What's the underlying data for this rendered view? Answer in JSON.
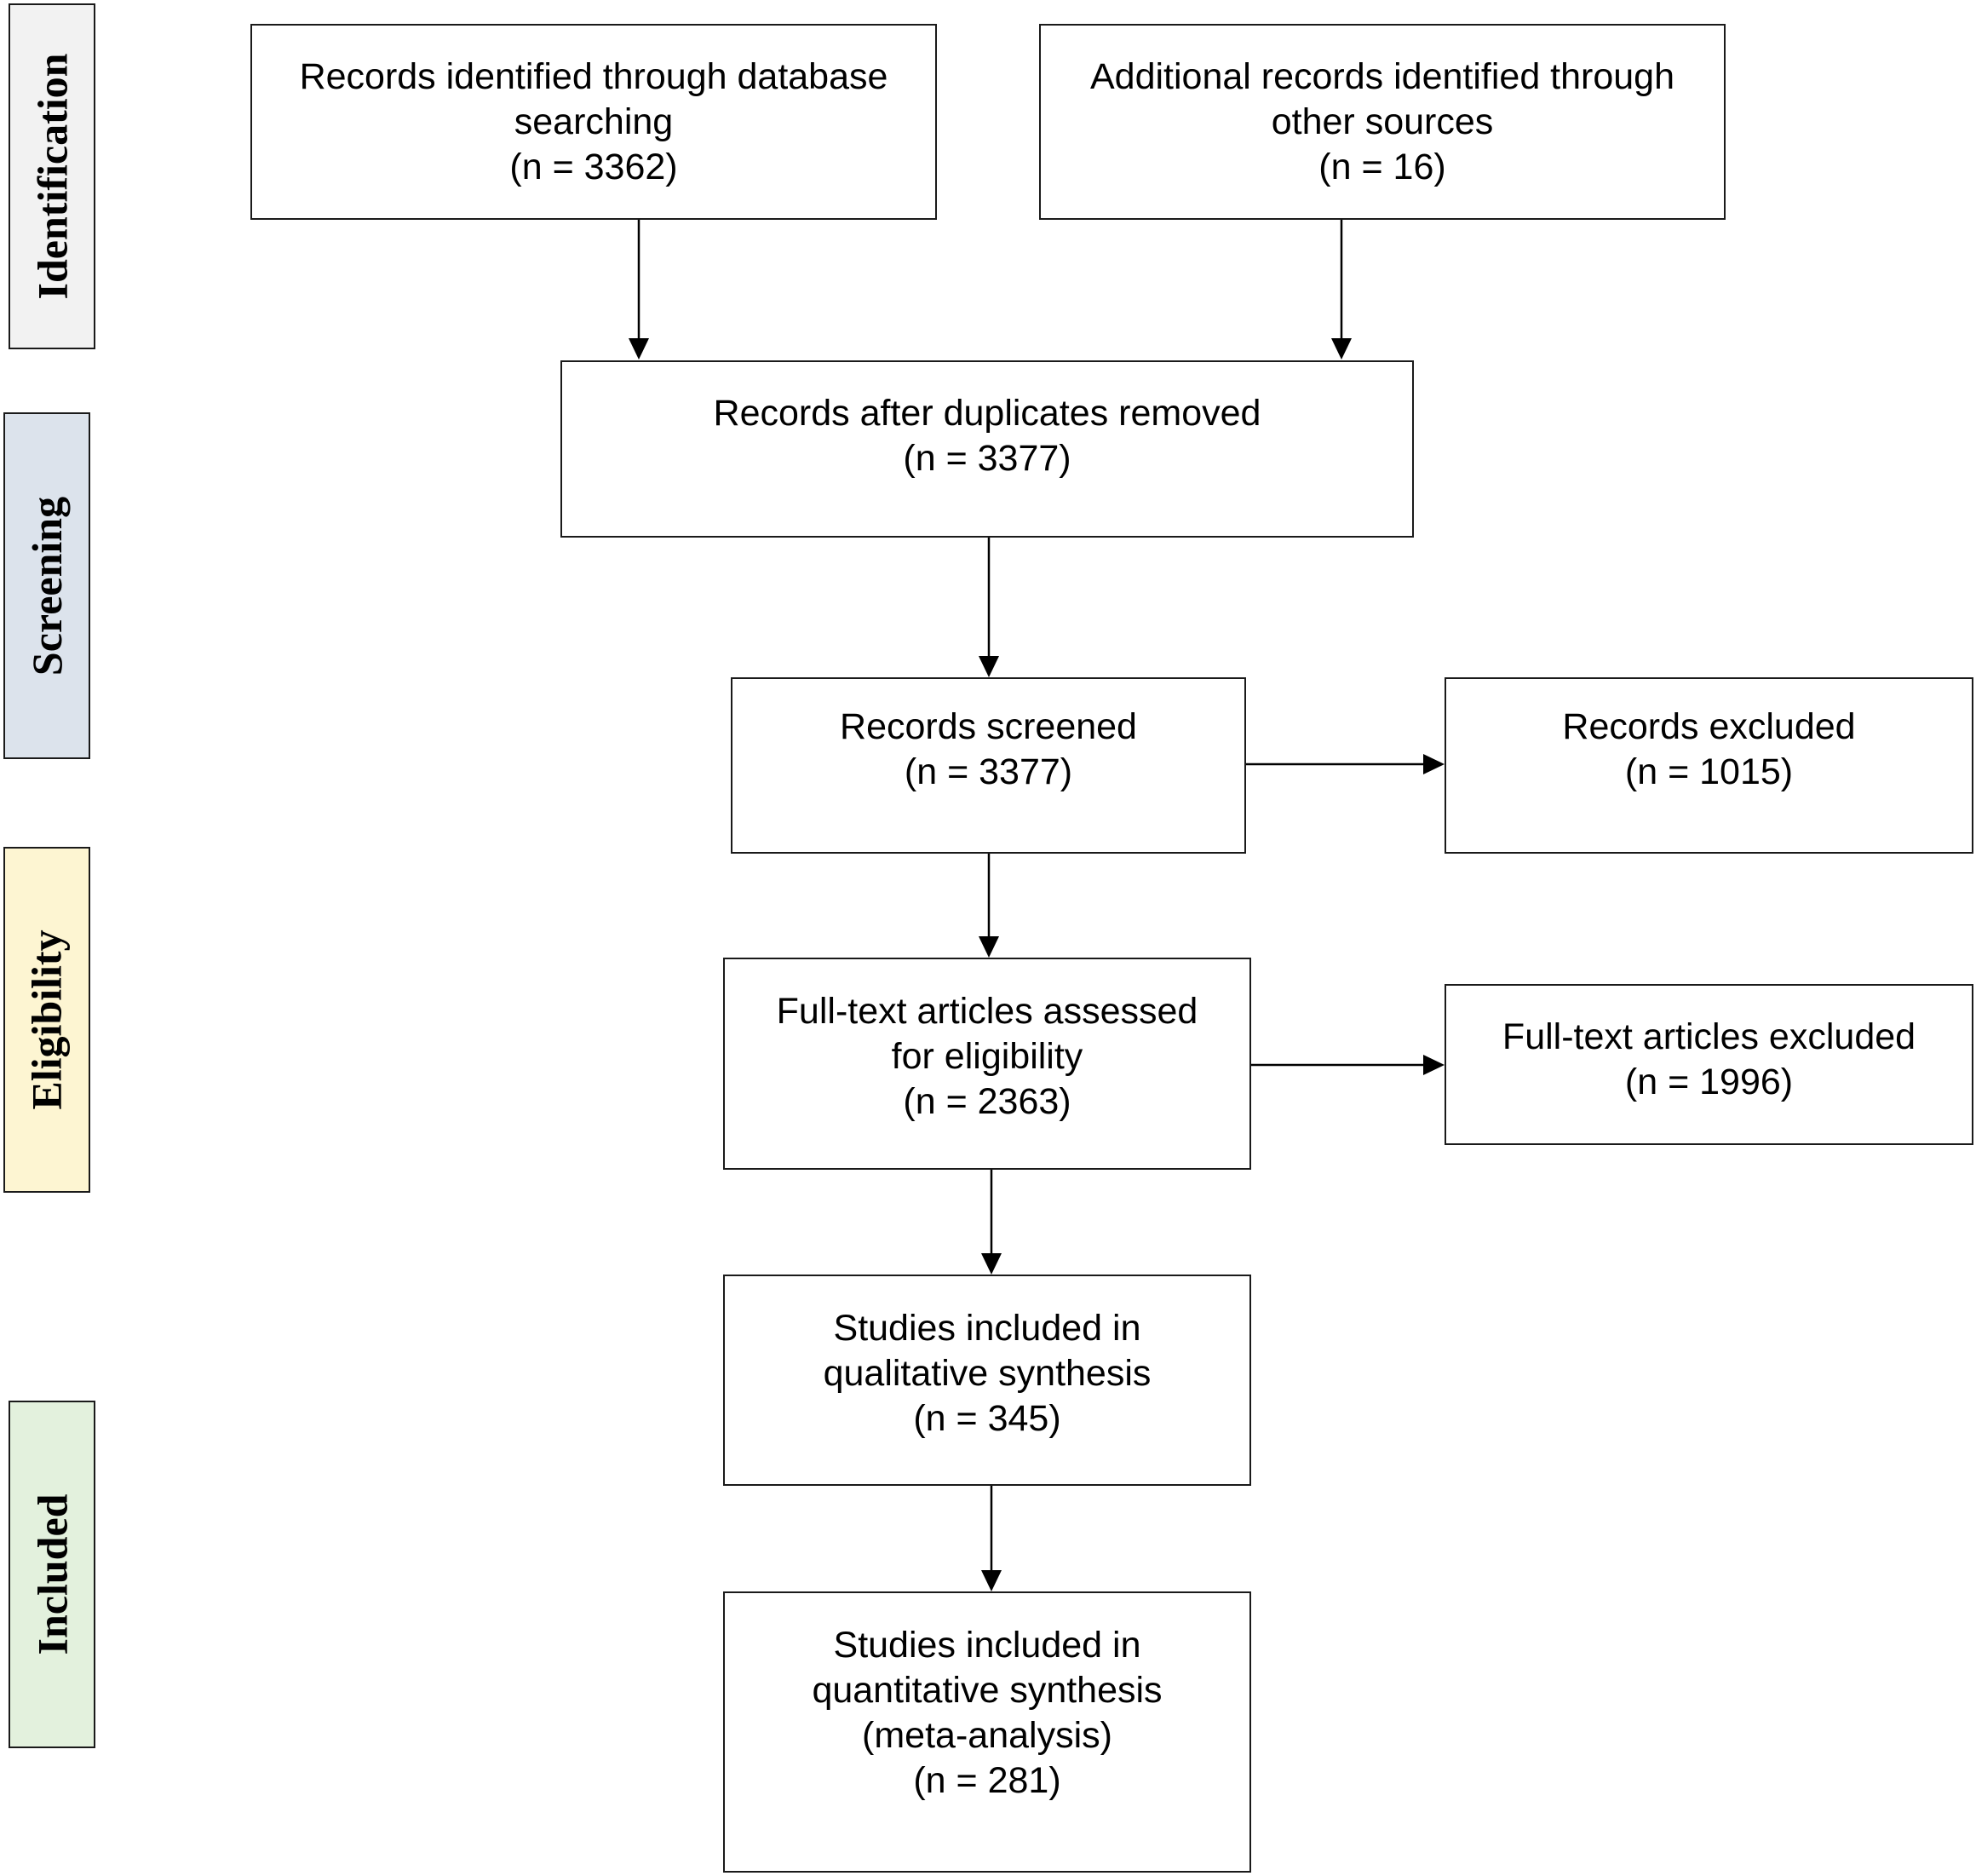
{
  "stages": [
    {
      "label": "Identification",
      "color": "#f2f2f2"
    },
    {
      "label": "Screening",
      "color": "#dce3ec"
    },
    {
      "label": "Eligibility",
      "color": "#fdf5d2"
    },
    {
      "label": "Included",
      "color": "#e3f1dd"
    }
  ],
  "boxes": {
    "database_records": [
      "Records identified through database",
      "searching",
      "(n = 3362)"
    ],
    "other_records": [
      "Additional records identified through",
      "other sources",
      "(n = 16)"
    ],
    "after_duplicates": [
      "Records after duplicates removed",
      "(n = 3377)"
    ],
    "screened": [
      "Records screened",
      "(n = 3377)"
    ],
    "excluded": [
      "Records excluded",
      "(n = 1015)"
    ],
    "full_text_assessed": [
      "Full-text articles assessed",
      "for eligibility",
      "(n =  2363)"
    ],
    "full_text_excluded": [
      "Full-text articles excluded",
      "(n = 1996)"
    ],
    "qualitative": [
      "Studies included in",
      "qualitative synthesis",
      "(n = 345)"
    ],
    "quantitative": [
      "Studies included in",
      "quantitative synthesis",
      "(meta-analysis)",
      "(n = 281)"
    ]
  }
}
